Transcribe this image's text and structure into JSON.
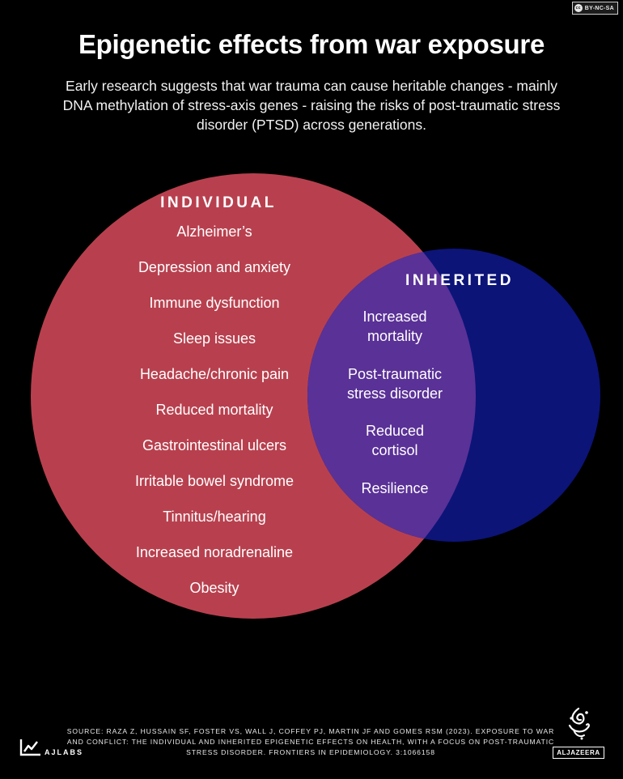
{
  "license": "BY-NC-SA",
  "title": "Epigenetic effects from war exposure",
  "subtitle": "Early research suggests that war trauma can cause heritable changes - mainly DNA methylation of stress-axis genes - raising the risks of post-traumatic stress disorder (PTSD) across generations.",
  "colors": {
    "individual": "#b8404e",
    "inherited": "#0c1478",
    "overlap": "#5a3197",
    "background": "#000000"
  },
  "individual": {
    "heading": "INDIVIDUAL",
    "items": [
      "Alzheimer’s",
      "Depression and anxiety",
      "Immune dysfunction",
      "Sleep issues",
      "Headache/chronic pain",
      "Reduced mortality",
      "Gastrointestinal ulcers",
      "Irritable bowel syndrome",
      "Tinnitus/hearing",
      "Increased noradrenaline",
      "Obesity"
    ]
  },
  "inherited": {
    "heading": "INHERITED"
  },
  "shared": {
    "items": [
      [
        "Increased",
        "mortality"
      ],
      [
        "Post-traumatic",
        "stress disorder"
      ],
      [
        "Reduced",
        "cortisol"
      ],
      [
        "Resilience"
      ]
    ]
  },
  "source": "Source:  Raza Z, Hussain SF, Foster VS, Wall J, Coffey PJ, Martin JF and Gomes RSM (2023). Exposure to war and conflict: The individual and inherited epigenetic effects on health, with a focus on post-traumatic stress disorder. Frontiers in Epidemiology. 3:1066158",
  "footer": {
    "ajlabs": "AJLABS",
    "aljazeera": "ALJAZEERA"
  }
}
